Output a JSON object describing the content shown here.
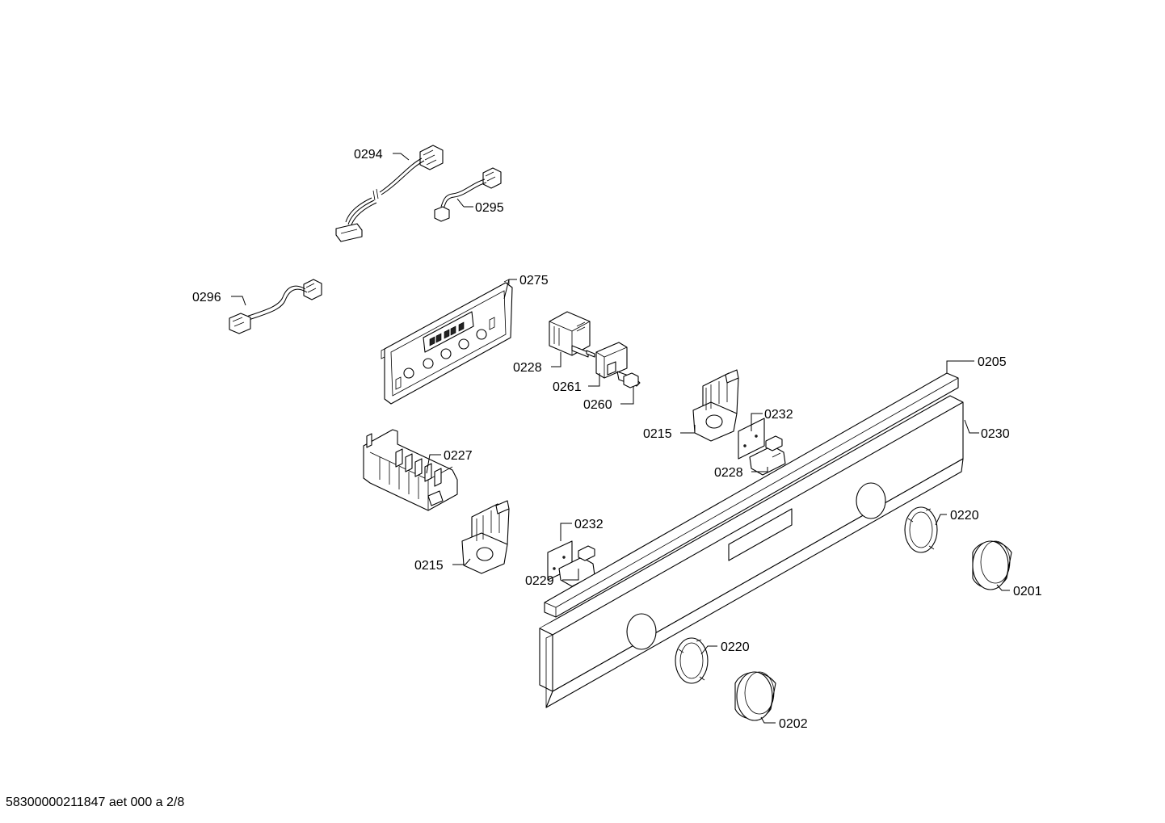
{
  "labels": {
    "l0294": "0294",
    "l0295": "0295",
    "l0296": "0296",
    "l0275": "0275",
    "l0228a": "0228",
    "l0261": "0261",
    "l0260": "0260",
    "l0205": "0205",
    "l0230": "0230",
    "l0215a": "0215",
    "l0232a": "0232",
    "l0228b": "0228",
    "l0227": "0227",
    "l0232b": "0232",
    "l0215b": "0215",
    "l0229": "0229",
    "l0220a": "0220",
    "l0201": "0201",
    "l0220b": "0220",
    "l0202": "0202"
  },
  "footer": "58300000211847 aet 000 a 2/8"
}
